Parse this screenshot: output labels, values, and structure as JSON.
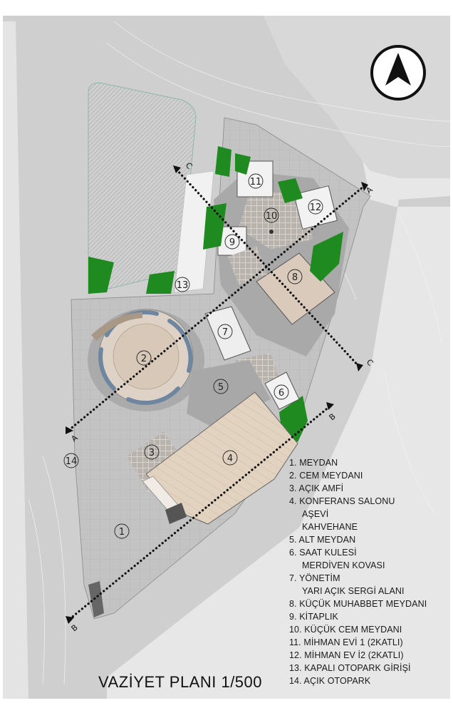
{
  "title": "VAZİYET PLANI 1/500",
  "colors": {
    "ground": "#c9c9c9",
    "road": "#dedede",
    "plaza": "#b4b4b4",
    "green": "#1f8a1f",
    "roof": "#e4d6c6",
    "outline": "#111111"
  },
  "icons": {
    "north": "north-arrow-icon"
  },
  "section_lines": {
    "A": {
      "start": "A",
      "end": "A"
    },
    "B": {
      "start": "B",
      "end": "B"
    },
    "C": {
      "start": "C",
      "end": "C"
    }
  },
  "markers": [
    "1",
    "2",
    "3",
    "4",
    "5",
    "6",
    "7",
    "8",
    "9",
    "10",
    "11",
    "12",
    "13",
    "14"
  ],
  "legend": [
    {
      "text": "1. MEYDAN",
      "sub": false
    },
    {
      "text": "2. CEM  MEYDANI",
      "sub": false
    },
    {
      "text": "3. AÇIK AMFİ",
      "sub": false
    },
    {
      "text": "4. KONFERANS SALONU",
      "sub": false
    },
    {
      "text": "AŞEVİ",
      "sub": true
    },
    {
      "text": "KAHVEHANE",
      "sub": true
    },
    {
      "text": "5. ALT MEYDAN",
      "sub": false
    },
    {
      "text": "6. SAAT KULESİ",
      "sub": false
    },
    {
      "text": "MERDİVEN KOVASI",
      "sub": true
    },
    {
      "text": "7. YÖNETİM",
      "sub": false
    },
    {
      "text": "YARI AÇIK SERGİ ALANI",
      "sub": true
    },
    {
      "text": "8. KÜÇÜK MUHABBET  MEYDANI",
      "sub": false
    },
    {
      "text": "9. KİTAPLIK",
      "sub": false
    },
    {
      "text": "10. KÜÇÜK CEM MEYDANI",
      "sub": false
    },
    {
      "text": "11. MİHMAN EVİ 1 (2KATLI)",
      "sub": false
    },
    {
      "text": "12. MİHMAN EV İ2 (2KATLI)",
      "sub": false
    },
    {
      "text": "13. KAPALI OTOPARK GİRİŞİ",
      "sub": false
    },
    {
      "text": "14. AÇIK OTOPARK",
      "sub": false
    }
  ]
}
